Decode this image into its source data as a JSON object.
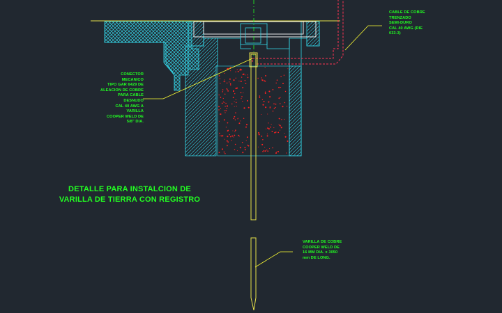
{
  "title": {
    "line1": "DETALLE PARA INSTALCION DE",
    "line2": "VARILLA DE TIERRA CON REGISTRO"
  },
  "notes": {
    "conector": [
      "CONECTOR",
      "MECANICO",
      "TIPO GAR 6429 DE",
      "ALEACION DE COBRE",
      "PARA CABLE",
      "DESNUDO",
      "CAL 40 AWG A",
      "VARILLA",
      "COOPER WELD DE",
      "5/8\" DIA."
    ],
    "cable": [
      "CABLE DE COBRE",
      "TRENZADO",
      "SEMI-DURO",
      "CAL 40 AWG (RIE",
      "033-3)"
    ],
    "varilla": [
      "VARILLA DE COBRE",
      "COOPER WELD DE",
      "16 MM DIA.   x 3050",
      "mm DE LONG."
    ]
  },
  "colors": {
    "background": "#212830",
    "text": "#22ff22",
    "leader": "#ffff33",
    "concrete": "#33d6e8",
    "cable": "#ff3355",
    "fill_dots": "#ff2222",
    "rod": "#e8e24a",
    "axis": "#22ff22"
  }
}
